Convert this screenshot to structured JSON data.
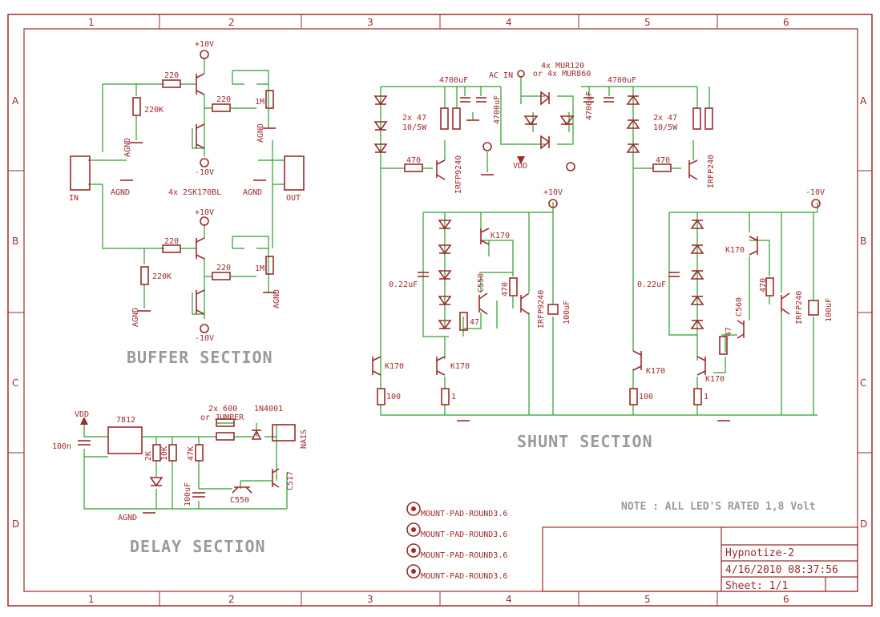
{
  "grid": {
    "columns": [
      "1",
      "2",
      "3",
      "4",
      "5",
      "6"
    ],
    "rows": [
      "A",
      "B",
      "C",
      "D"
    ]
  },
  "sections": {
    "buffer": "BUFFER SECTION",
    "shunt": "SHUNT SECTION",
    "delay": "DELAY SECTION"
  },
  "note": "NOTE : ALL LED'S RATED 1,8 Volt",
  "title_block": {
    "name": "Hypnotize-2",
    "date": "4/16/2010 08:37:56",
    "sheet": "Sheet: 1/1"
  },
  "buffer": {
    "supply_pos": "+10V",
    "supply_neg": "-10V",
    "r_in": "220",
    "r_bias": "220K",
    "r_mid": "220",
    "r_out": "1M",
    "agnd": "AGND",
    "in_label": "IN",
    "out_label": "OUT",
    "jfet_note": "4x 2SK170BL"
  },
  "shunt": {
    "ac_in": "AC IN",
    "diodes": "4x MUR120",
    "diodes_alt": "or 4x MUR860",
    "cap_left": "4700uF",
    "cap_right": "4700uF",
    "cap_vert_left": "4700uF",
    "cap_vert_right": "4700uF",
    "res_pair": "2x 47",
    "res_pair_rating": "10/5W",
    "vdd": "VDD",
    "r_gate": "470",
    "mosfet_left": "IRFP9240",
    "mosfet_right": "IRFP240",
    "mosfet_left_2": "IRFP9240",
    "mosfet_right_2": "IRFP240",
    "supply_pos": "+10V",
    "supply_neg": "-10V",
    "k170": "K170",
    "c550": "C550",
    "c560": "C560",
    "cap_small": "0.22uF",
    "cap_out": "100uF",
    "r_470": "470",
    "r_47": "47",
    "r_100": "100",
    "r_1": "1"
  },
  "delay": {
    "vdd": "VDD",
    "reg": "7812",
    "cap_in": "100n",
    "r_2k": "2K",
    "r_10k": "10K",
    "r_47k": "47K",
    "cap_100": "100uF",
    "jumper": "2x 600",
    "jumper_or": "or JUMPER",
    "diode": "1N4001",
    "relay": "NAIS",
    "q1": "C550",
    "q2": "C517",
    "agnd": "AGND"
  },
  "mount_pads": [
    "MOUNT-PAD-ROUND3.6",
    "MOUNT-PAD-ROUND3.6",
    "MOUNT-PAD-ROUND3.6",
    "MOUNT-PAD-ROUND3.6"
  ]
}
